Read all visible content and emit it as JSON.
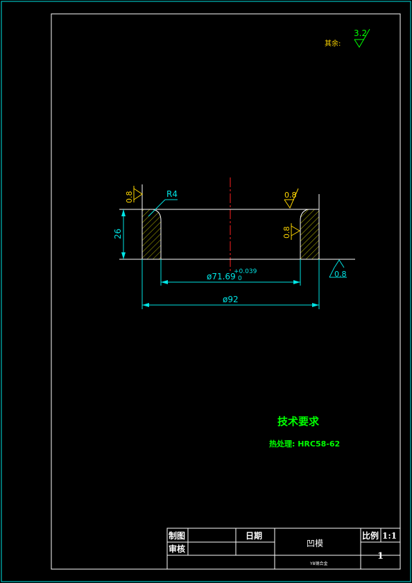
{
  "drawing": {
    "roughness_other": {
      "label": "其余:",
      "value": "3.2"
    },
    "fillet_radius": "R4",
    "height_dim": "26",
    "inner_diameter": {
      "value": "ø71.69",
      "tol_upper": "+0.039",
      "tol_lower": "0"
    },
    "outer_diameter": "ø92",
    "roughness_top_left": "0.8",
    "roughness_top_right": "0.8",
    "roughness_inner": "0.8",
    "roughness_bottom": "0.8"
  },
  "tech": {
    "title": "技术要求",
    "heat_treatment": "热处理: HRC58-62"
  },
  "title_block": {
    "drawn_label": "制图",
    "date_label": "日期",
    "check_label": "审核",
    "part_name": "凹模",
    "scale_label": "比例",
    "scale_value": "1:1",
    "sheet_number": "1",
    "material": "Y8钢合金"
  },
  "colors": {
    "border": "#00e5e5",
    "frame": "#ffffff",
    "dimension": "#00e5e5",
    "roughness": "#ffd700",
    "text_green": "#00ff00",
    "section_hatch": "#e6e600",
    "centerline": "#ff2020"
  }
}
